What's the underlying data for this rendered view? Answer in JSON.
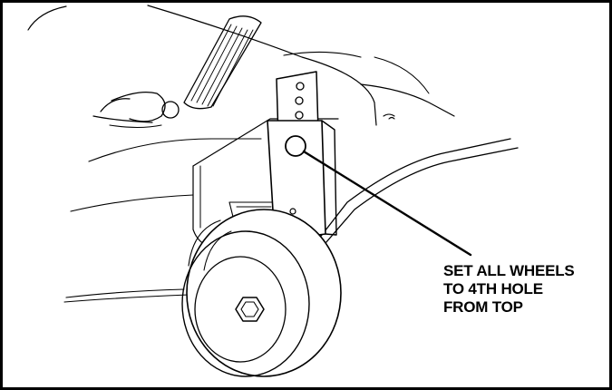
{
  "callout": {
    "line1": "SET ALL WHEELS",
    "line2": "TO 4TH HOLE",
    "line3": "FROM TOP"
  }
}
